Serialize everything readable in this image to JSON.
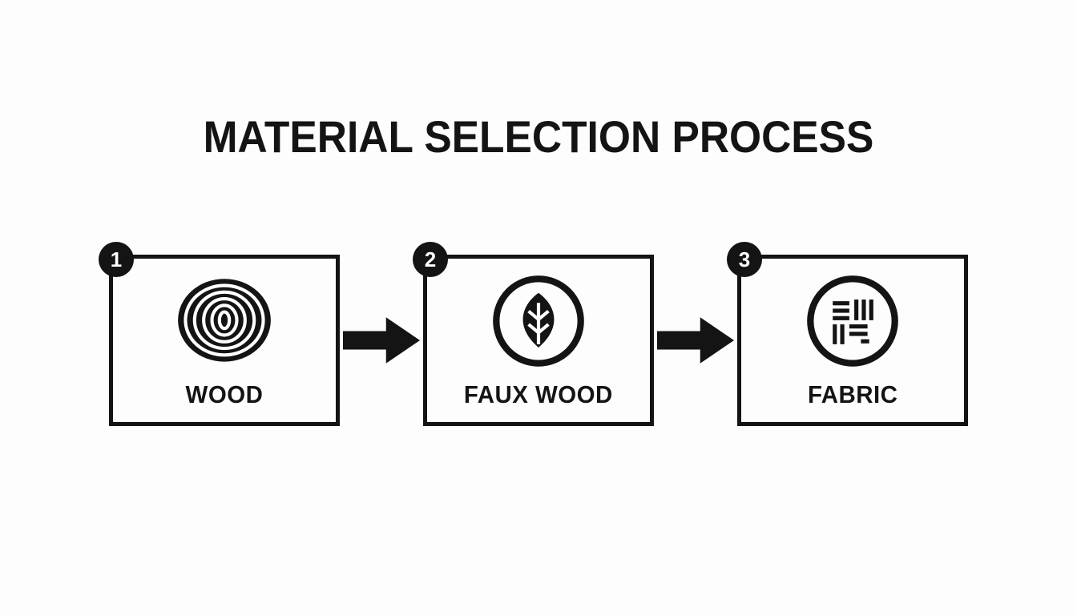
{
  "title": "MATERIAL SELECTION PROCESS",
  "colors": {
    "ink": "#141414",
    "background": "#fdfdfd",
    "badge_text": "#ffffff"
  },
  "steps": [
    {
      "number": "1",
      "label": "WOOD",
      "icon": "wood-grain-icon"
    },
    {
      "number": "2",
      "label": "FAUX WOOD",
      "icon": "leaf-icon"
    },
    {
      "number": "3",
      "label": "FABRIC",
      "icon": "fabric-weave-icon"
    }
  ]
}
